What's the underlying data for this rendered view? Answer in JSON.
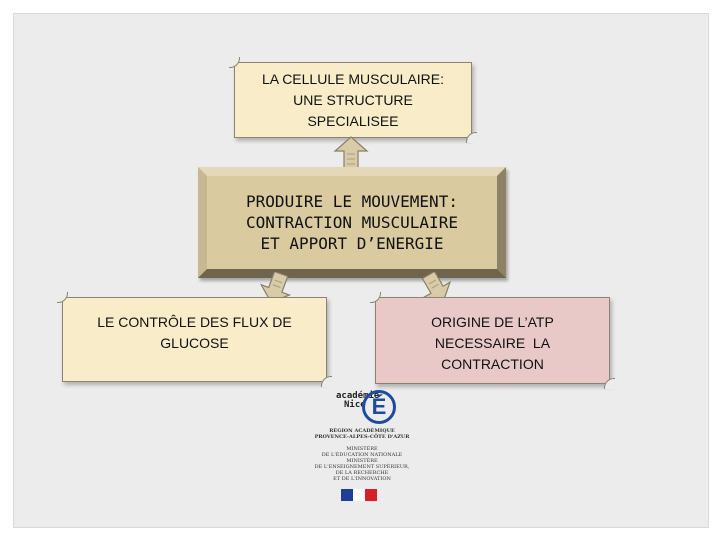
{
  "diagram": {
    "top_box": {
      "lines": [
        "LA CELLULE MUSCULAIRE:",
        "UNE STRUCTURE",
        "SPECIALISEE"
      ]
    },
    "center_box": {
      "lines": [
        "PRODUIRE LE MOUVEMENT:",
        "CONTRACTION MUSCULAIRE",
        "ET APPORT D’ENERGIE"
      ]
    },
    "left_box": {
      "lines": [
        "LE CONTRÔLE DES FLUX DE",
        "GLUCOSE"
      ]
    },
    "right_box": {
      "lines": [
        "ORIGINE DE L’ATP",
        "NECESSAIRE  LA",
        "CONTRACTION"
      ]
    }
  },
  "logo": {
    "academie": [
      "académie",
      "Nice"
    ],
    "region": [
      "RÉGION ACADÉMIQUE",
      "PROVENCE-ALPES-CÔTE D'AZUR"
    ],
    "ministries": [
      "MINISTÈRE",
      "DE L'ÉDUCATION NATIONALE",
      "MINISTÈRE",
      "DE L'ENSEIGNEMENT SUPÉRIEUR,",
      "DE LA RECHERCHE",
      "ET DE L'INNOVATION"
    ]
  },
  "colors": {
    "scroll_fill": "#f8edc8",
    "scroll_pink": "#e8c9c8",
    "bevel_fill": "#d9caa0",
    "academy_blue": "#1e4b9c"
  }
}
